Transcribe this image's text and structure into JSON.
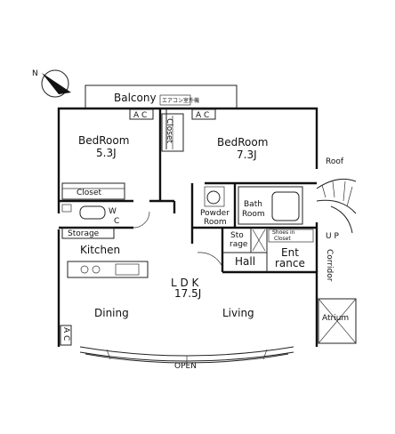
{
  "rooms": {
    "bedroom1": {
      "name": "BedRoom",
      "size": "5.3J"
    },
    "bedroom2": {
      "name": "BedRoom",
      "size": "7.3J"
    },
    "ldk": {
      "name": "L D K",
      "size": "17.5J"
    }
  },
  "labels": {
    "balcony": "Balcony",
    "balcony_note": "エアコン室外機",
    "ac": "A C",
    "closet_vertical": "Closet",
    "closet": "Closet",
    "roof": "Roof",
    "wc": "W C",
    "powder_room": [
      "Powder",
      "Room"
    ],
    "bath_room": [
      "Bath",
      "Room"
    ],
    "storage_small": [
      "Sto",
      "rage"
    ],
    "shoes_in_closet": [
      "Shoes in",
      "Closet"
    ],
    "storage": "Storage",
    "kitchen": "Kitchen",
    "hall": "Hall",
    "entrance": [
      "Ent",
      "rance"
    ],
    "up": "U P",
    "corridor": "Corridor",
    "dining": "Dining",
    "living": "Living",
    "atrium": "Atrium",
    "open": "OPEN",
    "north": "N"
  }
}
